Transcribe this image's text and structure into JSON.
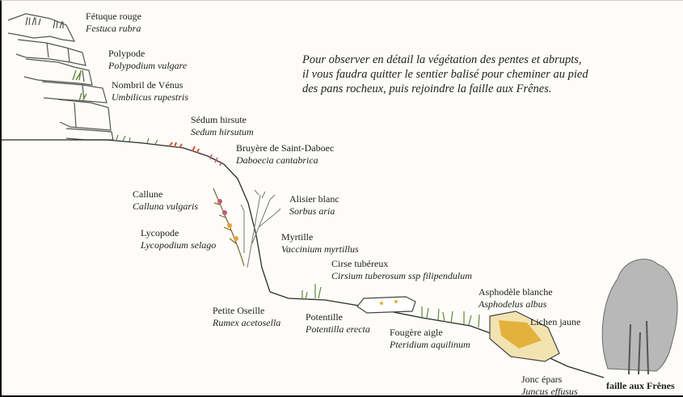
{
  "intro": [
    "Pour observer en détail la végétation des pentes et abrupts,",
    "il vous faudra quitter le sentier balisé pour cheminer au pied",
    "des pans rocheux, puis rejoindre la faille aux Frênes."
  ],
  "plants": [
    {
      "common": "Fétuque rouge",
      "latin": "Festuca rubra"
    },
    {
      "common": "Polypode",
      "latin": "Polypodium vulgare"
    },
    {
      "common": "Nombril de Vénus",
      "latin": "Umbilicus rupestris"
    },
    {
      "common": "Sédum hirsute",
      "latin": "Sedum hirsutum"
    },
    {
      "common": "Bruyère de Saint-Daboec",
      "latin": "Daboecia cantabrica"
    },
    {
      "common": "Callune",
      "latin": "Calluna vulgaris"
    },
    {
      "common": "Alisier blanc",
      "latin": "Sorbus aria"
    },
    {
      "common": "Lycopode",
      "latin": "Lycopodium selago"
    },
    {
      "common": "Myrtille",
      "latin": "Vaccinium myrtillus"
    },
    {
      "common": "Cirse tubéreux",
      "latin": "Cirsium tuberosum ssp filipendulum"
    },
    {
      "common": "Petite Oseille",
      "latin": "Rumex acetosella"
    },
    {
      "common": "Potentille",
      "latin": "Potentilla erecta"
    },
    {
      "common": "Asphodèle blanche",
      "latin": "Asphodelus albus"
    },
    {
      "common": "Fougère aigle",
      "latin": "Pteridium aquilinum"
    },
    {
      "common": "Lichen jaune",
      "latin": ""
    },
    {
      "common": "Jonc épars",
      "latin": "Juncus effusus"
    }
  ],
  "faille_label": "faille aux Frênes",
  "colors": {
    "ink": "#1e1e1e",
    "rock": "#555555",
    "grass": "#5f8a3a",
    "heather": "#c25a7a",
    "lichen": "#e3b23c",
    "tree": "#8a8a8a"
  }
}
